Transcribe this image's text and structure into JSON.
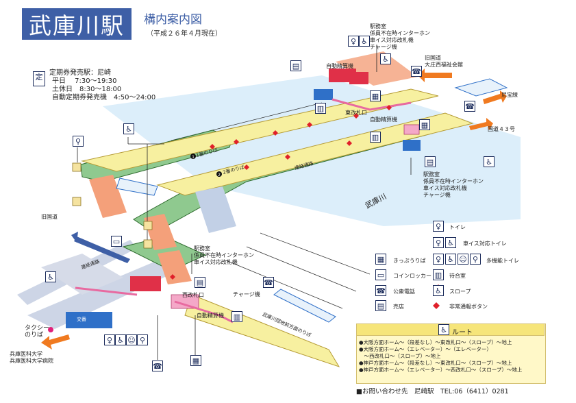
{
  "header": {
    "station_name": "武庫川駅",
    "subtitle": "構内案内図",
    "date_note": "（平成２６年４月現在）"
  },
  "ticket_office": {
    "line1": "定期券発売駅：尼崎",
    "line2": "平日　 7:30～19:30",
    "line3": "土休日　8:30～18:00",
    "line4": "自動定期券発売機　4:50～24:00"
  },
  "map_labels": {
    "east_office": [
      "駅務室",
      "係員不在時インターホン",
      "車イス対応改札機",
      "チャージ機"
    ],
    "auto_fare_adjust": "自動精算機",
    "east_gate": "東改札口",
    "old_road_east": "旧国道",
    "community_hall": "大庄西福祉会館",
    "amagasaki_line": "尼宝線",
    "route43": "国道４３号",
    "platform1": "1番のりば",
    "platform2": "2番のりば",
    "passage": "連絡通路",
    "river": "武庫川",
    "south_office": [
      "駅務室",
      "係員不在時インターホン",
      "車イス対応改札機",
      "チャージ機"
    ],
    "old_road_west": "旧国道",
    "west_office": [
      "駅務室",
      "係員不在時インターホン",
      "車イス対応改札機"
    ],
    "passage_west": "連絡通路",
    "west_gate": "西改札口",
    "charge": "チャージ機",
    "auto_fare_adjust2": "自動精算機",
    "taxi": "タクシー\nのりば",
    "bus": "武庫川団地前方面のりば",
    "university": [
      "兵庫医科大学",
      "兵庫医科大学病院"
    ],
    "koban": "交番"
  },
  "legend": {
    "toilet": "トイレ",
    "wheelchair_toilet": "車イス対応トイレ",
    "ticket": "きっぷうりば",
    "multi_toilet": "多機能トイレ",
    "locker": "コインロッカー",
    "waiting": "待合室",
    "phone": "公衆電話",
    "slope": "スロープ",
    "shop": "売店",
    "emergency": "非常通報ボタン"
  },
  "route": {
    "heading": "ルート",
    "lines": [
      "●大阪方面ホーム～（段差なし）～東改札口～（スロープ）～地上",
      "●大阪方面ホーム～（エレベーター）～（エレベーター）",
      "　～西改札口～（スロープ）～地上",
      "●神戸方面ホーム～（段差なし）～東改札口～（スロープ）～地上",
      "●神戸方面ホーム～（エレベーター）～西改札口～（スロープ）～地上"
    ]
  },
  "contact": "■お問い合わせ先　尼崎駅　TEL:06（6411）0281",
  "colors": {
    "title_bg": "#3e5fa6",
    "platform": "#f7f0a0",
    "concourse": "#8fc98f",
    "river": "#dceefa",
    "stairs": "#f4a07a",
    "emergency": "#e0202a",
    "route_bg": "#fff8c8",
    "arrow_orange": "#f07a20"
  }
}
